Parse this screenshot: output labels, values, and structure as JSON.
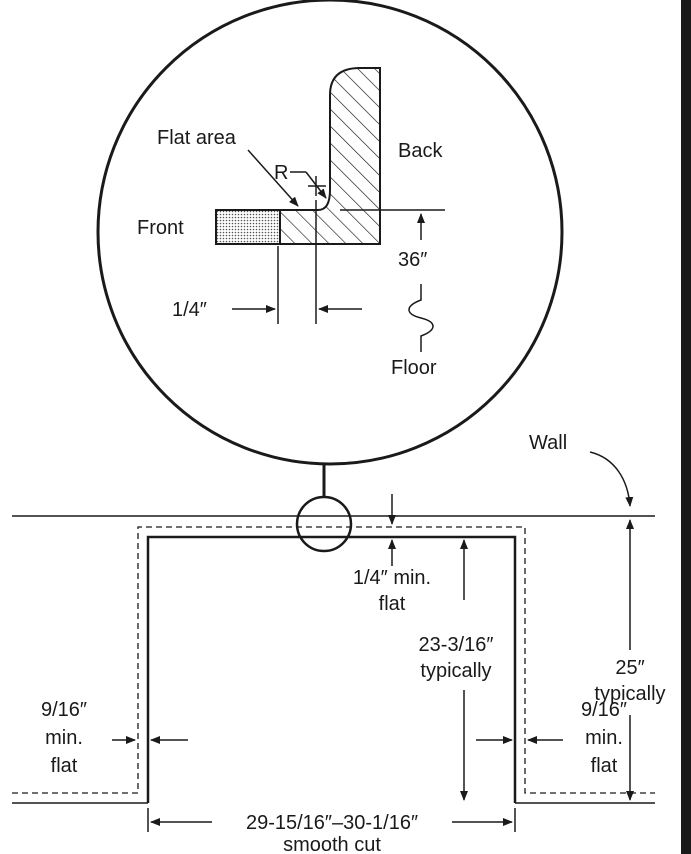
{
  "detail": {
    "flat_area": "Flat area",
    "back": "Back",
    "r": "R",
    "front": "Front",
    "height": "36″",
    "quarter_inch": "1/4″",
    "floor": "Floor"
  },
  "plan": {
    "wall": "Wall",
    "min_flat_top": [
      "1/4″ min.",
      "flat"
    ],
    "depth_opening": [
      "23-3/16″",
      "typically"
    ],
    "depth_wall": [
      "25″",
      "typically"
    ],
    "left_flat": [
      "9/16″",
      "min.",
      "flat"
    ],
    "right_flat": [
      "9/16″",
      "min.",
      "flat"
    ],
    "width": "29-15/16″–30-1/16″",
    "width_note": "smooth cut"
  },
  "colors": {
    "ink": "#1a1a1a",
    "countertop_fill": "#c8c8c8"
  }
}
